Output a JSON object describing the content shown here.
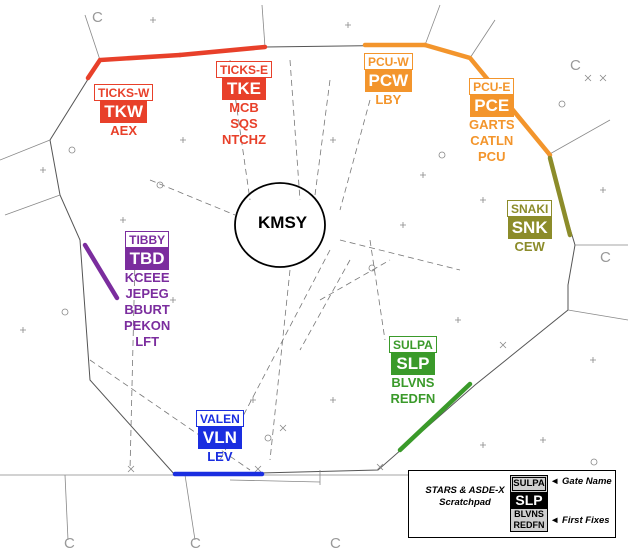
{
  "airport": "KMSY",
  "gates": [
    {
      "id": "ticks-w",
      "name": "TICKS-W",
      "code": "TKW",
      "fixes": [
        "AEX"
      ],
      "color": "#e8402a"
    },
    {
      "id": "ticks-e",
      "name": "TICKS-E",
      "code": "TKE",
      "fixes": [
        "MCB",
        "SQS",
        "NTCHZ"
      ],
      "color": "#e8402a"
    },
    {
      "id": "pcu-w",
      "name": "PCU-W",
      "code": "PCW",
      "fixes": [
        "LBY"
      ],
      "color": "#f3952c"
    },
    {
      "id": "pcu-e",
      "name": "PCU-E",
      "code": "PCE",
      "fixes": [
        "GARTS",
        "CATLN",
        "PCU"
      ],
      "color": "#f3952c"
    },
    {
      "id": "snaki",
      "name": "SNAKI",
      "code": "SNK",
      "fixes": [
        "CEW"
      ],
      "color": "#8c8c2a"
    },
    {
      "id": "tibby",
      "name": "TIBBY",
      "code": "TBD",
      "fixes": [
        "KCEEE",
        "JEPEG",
        "BBURT",
        "PEKON",
        "LFT"
      ],
      "color": "#7b2d9e"
    },
    {
      "id": "sulpa",
      "name": "SULPA",
      "code": "SLP",
      "fixes": [
        "BLVNS",
        "REDFN"
      ],
      "color": "#3a9a2a"
    },
    {
      "id": "valen",
      "name": "VALEN",
      "code": "VLN",
      "fixes": [
        "LEV"
      ],
      "color": "#1a2ee0"
    }
  ],
  "legend": {
    "label_line1": "STARS & ASDE-X",
    "label_line2": "Scratchpad",
    "gate_name": "SULPA",
    "gate_code": "SLP",
    "fix1": "BLVNS",
    "fix2": "REDFN",
    "gate_name_note": "◄ Gate Name",
    "first_fixes_note": "◄ First Fixes"
  },
  "map_letters": [
    "C",
    "C",
    "C",
    "C",
    "C",
    "C"
  ]
}
